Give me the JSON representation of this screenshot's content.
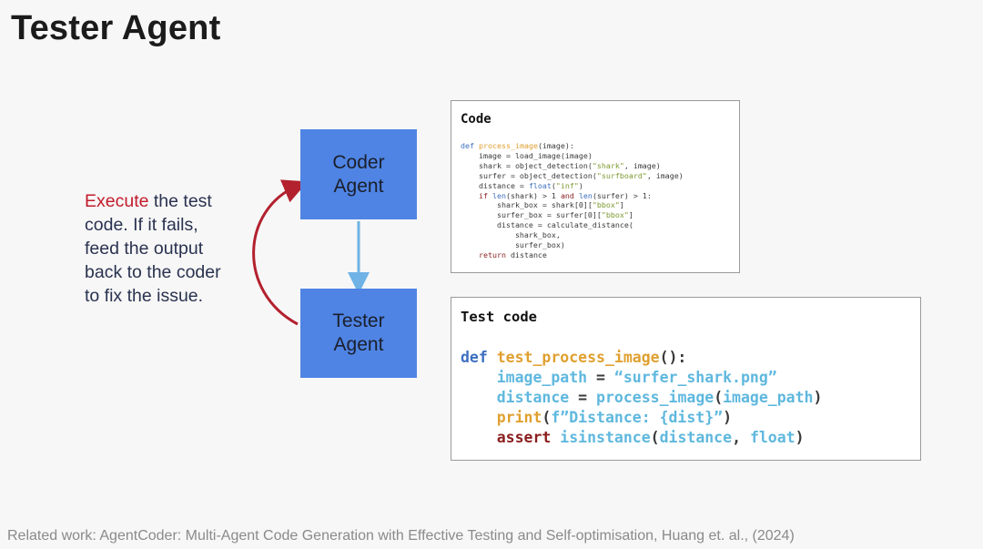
{
  "title": "Tester Agent",
  "agents": {
    "coder": [
      "Coder",
      "Agent"
    ],
    "tester": [
      "Tester",
      "Agent"
    ]
  },
  "note": {
    "highlight": "Execute",
    "rest_line1": " the test",
    "line2": "code. If it fails,",
    "line3": "feed the output",
    "line4": "back to the coder",
    "line5": "to fix the issue."
  },
  "code_panel": {
    "title": "Code",
    "lines": [
      "def process_image(image):",
      "    image = load_image(image)",
      "    shark = object_detection(\"shark\", image)",
      "    surfer = object_detection(\"surfboard\", image)",
      "    distance = float(\"inf\")",
      "    if len(shark) > 1 and len(surfer) > 1:",
      "        shark_box = shark[0][\"bbox\"]",
      "        surfer_box = surfer[0][\"bbox\"]",
      "        distance = calculate_distance(",
      "            shark_box,",
      "            surfer_box)",
      "    return distance"
    ]
  },
  "test_panel": {
    "title": "Test code",
    "lines": [
      "def test_process_image():",
      "    image_path = “surfer_shark.png”",
      "    distance = process_image(image_path)",
      "    print(f”Distance: {dist}”)",
      "    assert isinstance(distance, float)"
    ]
  },
  "footer": "Related work: AgentCoder: Multi-Agent Code Generation with Effective Testing and Self-optimisation, Huang et. al., (2024)",
  "colors": {
    "agent_box": "#4f84e4",
    "arrow_down": "#6fb2e6",
    "feedback_arrow": "#b3212e",
    "highlight": "#c21b2b",
    "keyword": "#3d6fbf",
    "function": "#e0a030",
    "variable": "#5fb8de",
    "assert": "#8b1e1e"
  }
}
